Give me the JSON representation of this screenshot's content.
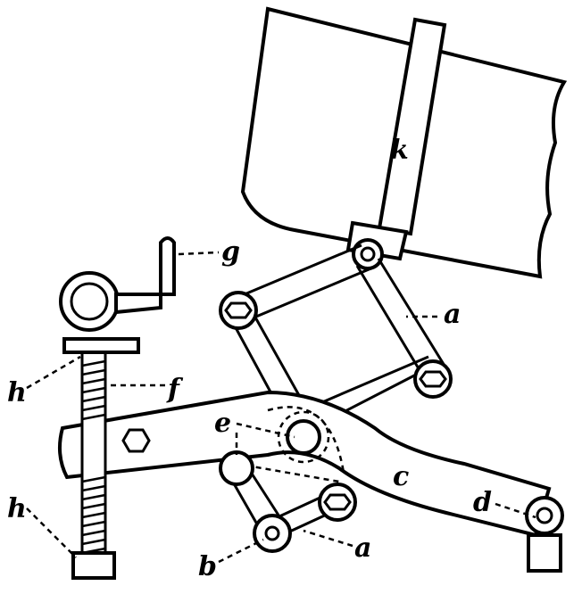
{
  "labels": {
    "k": "k",
    "g": "g",
    "a_upper": "a",
    "h_upper": "h",
    "f": "f",
    "e": "e",
    "c": "c",
    "d": "d",
    "h_lower": "h",
    "b": "b",
    "a_lower": "a"
  }
}
